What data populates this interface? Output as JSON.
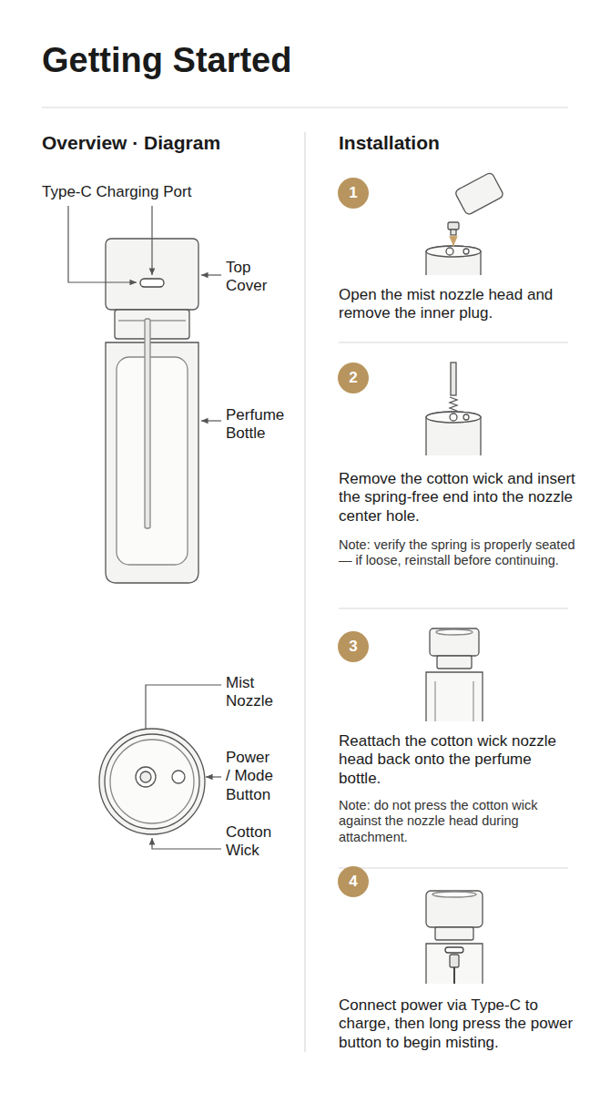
{
  "diagram": {
    "title": "Getting Started",
    "nodes": [
      {
        "text": [
          "1"
        ]
      },
      {
        "text": [
          "2"
        ]
      },
      {
        "text": [
          "3"
        ]
      },
      {
        "text": [
          "4"
        ]
      }
    ],
    "labels": [
      "Overview · Diagram",
      "Installation",
      "Type-C Charging Port",
      "Top Cover",
      "Perfume Bottle",
      "Mist Nozzle",
      "Power / Mode Button",
      "Cotton Wick",
      "Open the mist nozzle head and remove the inner plug.",
      "Remove the cotton wick and insert the spring-free end into the nozzle center hole.",
      "Note: verify the spring is properly seated — if loose, reinstall before continuing.",
      "Reattach the cotton wick nozzle head back onto the perfume bottle.",
      "Note: do not press the cotton wick against the nozzle head during attachment.",
      "Connect power via Type-C to charge, then long press the power button to begin misting."
    ]
  }
}
